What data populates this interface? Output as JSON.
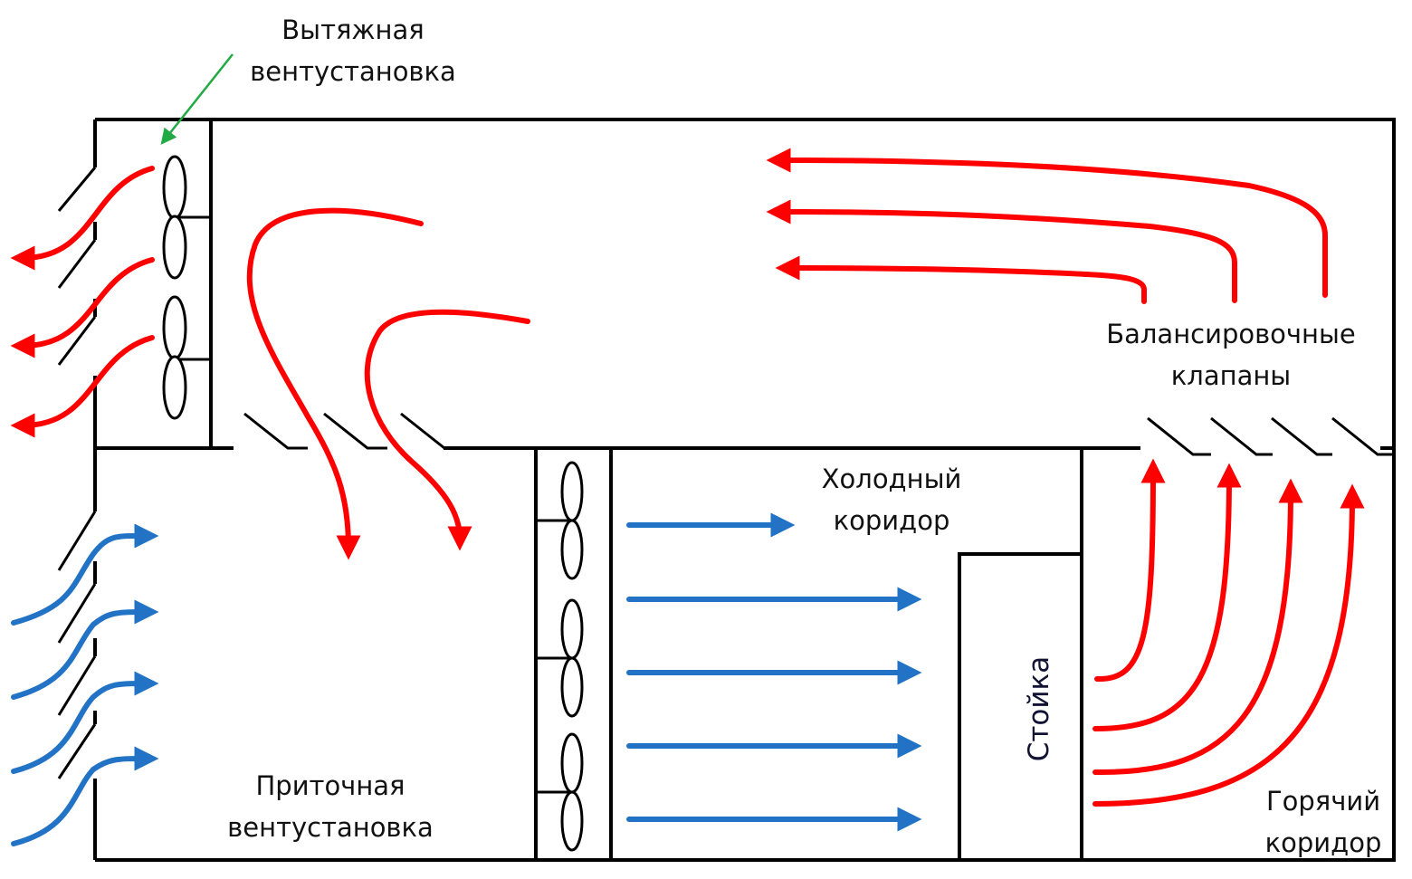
{
  "labels": {
    "exhaust_unit": [
      "Вытяжная",
      "вентустановка"
    ],
    "supply_unit": [
      "Приточная",
      "вентустановка"
    ],
    "cold_aisle": [
      "Холодный",
      "коридор"
    ],
    "hot_aisle": [
      "Горячий",
      "коридор"
    ],
    "balancing_valves": [
      "Балансировочные",
      "клапаны"
    ],
    "rack": "Стойка"
  },
  "colors": {
    "hot_air": "#ff0000",
    "cold_air": "#2273c5",
    "pointer": "#22aa44",
    "walls": "#000000"
  },
  "icons": [
    "fan-icon",
    "damper-icon",
    "arrow-icon"
  ]
}
